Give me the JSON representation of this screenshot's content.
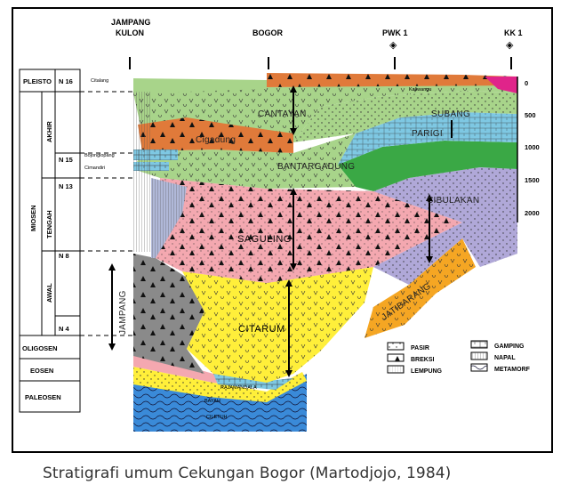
{
  "locations": {
    "jampang_kulon_1": "JAMPANG",
    "jampang_kulon_2": "KULON",
    "bogor": "BOGOR",
    "pwk1": "PWK 1",
    "kk1": "KK 1"
  },
  "epochs": {
    "pleistosen": "PLEISTO",
    "miosen": "MIOSEN",
    "akhir": "AKHIR",
    "tengah": "TENGAH",
    "awal": "AWAL",
    "oligosen": "OLIGOSEN",
    "eosen": "EOSEN",
    "paleosen": "PALEOSEN",
    "n16": "N 16",
    "n15": "N 15",
    "n13": "N 13",
    "n8": "N 8",
    "n4": "N 4"
  },
  "formations": {
    "cantayan": "CANTAYAN",
    "cigadung": "Cigadung",
    "bantargadung": "BANTARGADUNG",
    "subang": "SUBANG",
    "parigi": "PARIGI",
    "cibulakan": "CIBULAKAN",
    "saguling": "SAGULING",
    "citarum": "CITARUM",
    "jatibarang": "JATIBARANG",
    "jampang": "JAMPANG",
    "rajamandala": "RAJAMANDALA",
    "bayah": "BAYAH",
    "ciletuh": "CILETUH",
    "kaliwangu": "Kaliwangu",
    "citalang": "Citalang",
    "bojonglopang": "Bojonglopang",
    "cimandiri": "Cimandiri"
  },
  "depth_scale": [
    "0",
    "500",
    "1000",
    "1500",
    "2000"
  ],
  "legend": {
    "pasir": "PASIR",
    "breksi": "BREKSI",
    "lempung": "LEMPUNG",
    "gamping": "GAMPING",
    "napal": "NAPAL",
    "metamorf": "METAMORF"
  },
  "caption": "Stratigrafi umum Cekungan Bogor (Martodjojo, 1984)",
  "colors": {
    "cantayan": "#a8d48a",
    "cigadung": "#e07a3a",
    "subang": "#a8d48a",
    "parigi": "#7ec8e3",
    "green_band": "#3aa845",
    "cibulakan": "#b0a8d8",
    "saguling": "#f4a8b0",
    "citarum": "#ffef3a",
    "jatibarang": "#f5a623",
    "jampang": "#8a8a8a",
    "basement": "#3a8ad8",
    "bayah": "#ffef3a",
    "pleisto_top": "#e07a3a",
    "magenta": "#e0248a"
  }
}
